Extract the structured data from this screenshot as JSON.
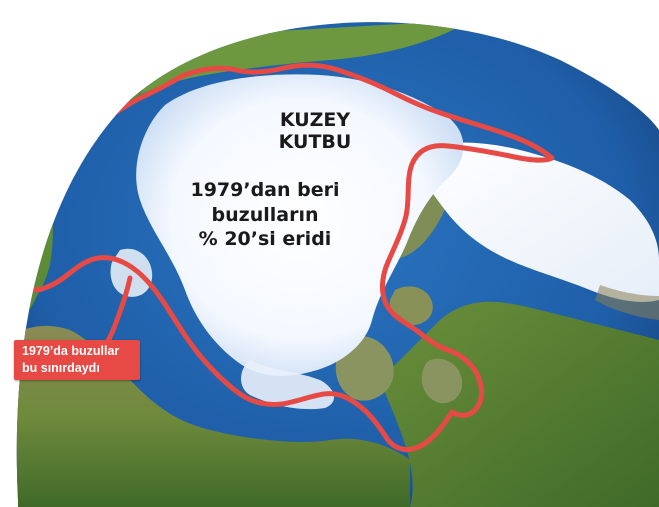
{
  "labels": {
    "title_line1": "KUZEY",
    "title_line2": "KUTBU",
    "note_line1": "1979’dan beri",
    "note_line2": "buzulların",
    "note_line3": "% 20’si eridi",
    "legend_line1": "1979’da buzullar",
    "legend_line2": "bu sınırdaydı"
  },
  "colors": {
    "ocean": "#1f5ea8",
    "land": "#5f8f3a",
    "ice": "#ffffff",
    "boundary": "#e74a44"
  }
}
